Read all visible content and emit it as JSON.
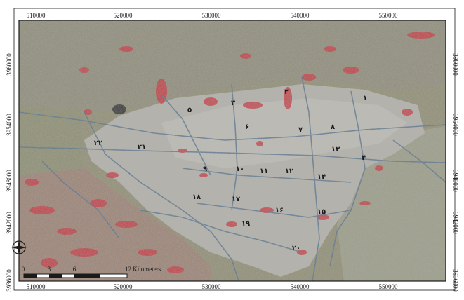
{
  "x_ticks": [
    "510000",
    "520000",
    "530000",
    "540000",
    "550000"
  ],
  "y_ticks": [
    "3960000",
    "3954000",
    "3948000",
    "3942000",
    "3936000"
  ],
  "district_numbers": [
    "۱",
    "۲",
    "۳",
    "۴",
    "۵",
    "۶",
    "۷",
    "۸",
    "۹",
    "۱۰",
    "۱۱",
    "۱۲",
    "۱۳",
    "۱۴",
    "۱۵",
    "۱۶",
    "۱۷",
    "۱۸",
    "۱۹",
    "۲۰",
    "۲۱",
    "۲۲"
  ],
  "scale_bar": {
    "labels": [
      "0",
      "3",
      "6",
      "12 Kilometers"
    ]
  },
  "north_arrow": {
    "icon": "north-arrow-compass-icon"
  },
  "colors": {
    "vegetation_red": "#c8303c",
    "urban_gray": "#a9a9a4",
    "terrain_olive": "#8a8a66",
    "road_blue": "#4f6d8c"
  }
}
